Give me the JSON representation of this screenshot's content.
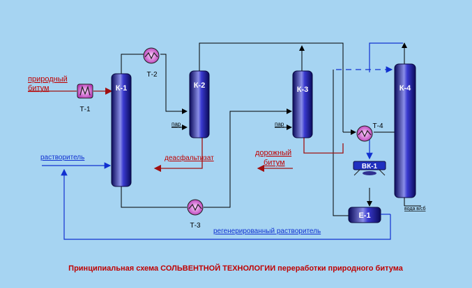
{
  "columns": {
    "k1": "К-1",
    "k2": "К-2",
    "k3": "К-3",
    "k4": "К-4"
  },
  "exchangers": {
    "t1": "Т-1",
    "t2": "Т-2",
    "t3": "Т-3",
    "t4": "Т-4"
  },
  "vessels": {
    "e1": "Е-1",
    "vk1": "ВК-1"
  },
  "streams": {
    "feed_line1": "природный",
    "feed_line2": "битум",
    "solvent": "растворитель",
    "steam_k2": "пар",
    "steam_k3": "пар",
    "deasphaltizate": "деасфальтизат",
    "road_line1": "дорожный",
    "road_line2": "битум",
    "regen_solvent": "регенерированный растворитель",
    "water_out": "вода в/сб"
  },
  "caption": "Принципиальная схема СОЛЬВЕНТНОЙ ТЕХНОЛОГИИ переработки природного битума",
  "colors": {
    "background": "#a6d4f2",
    "column": "#1a1aa0",
    "red_line": "#a01010",
    "blue_line": "#1030d0",
    "black_line": "#000000",
    "exchanger": "#c040c0"
  }
}
